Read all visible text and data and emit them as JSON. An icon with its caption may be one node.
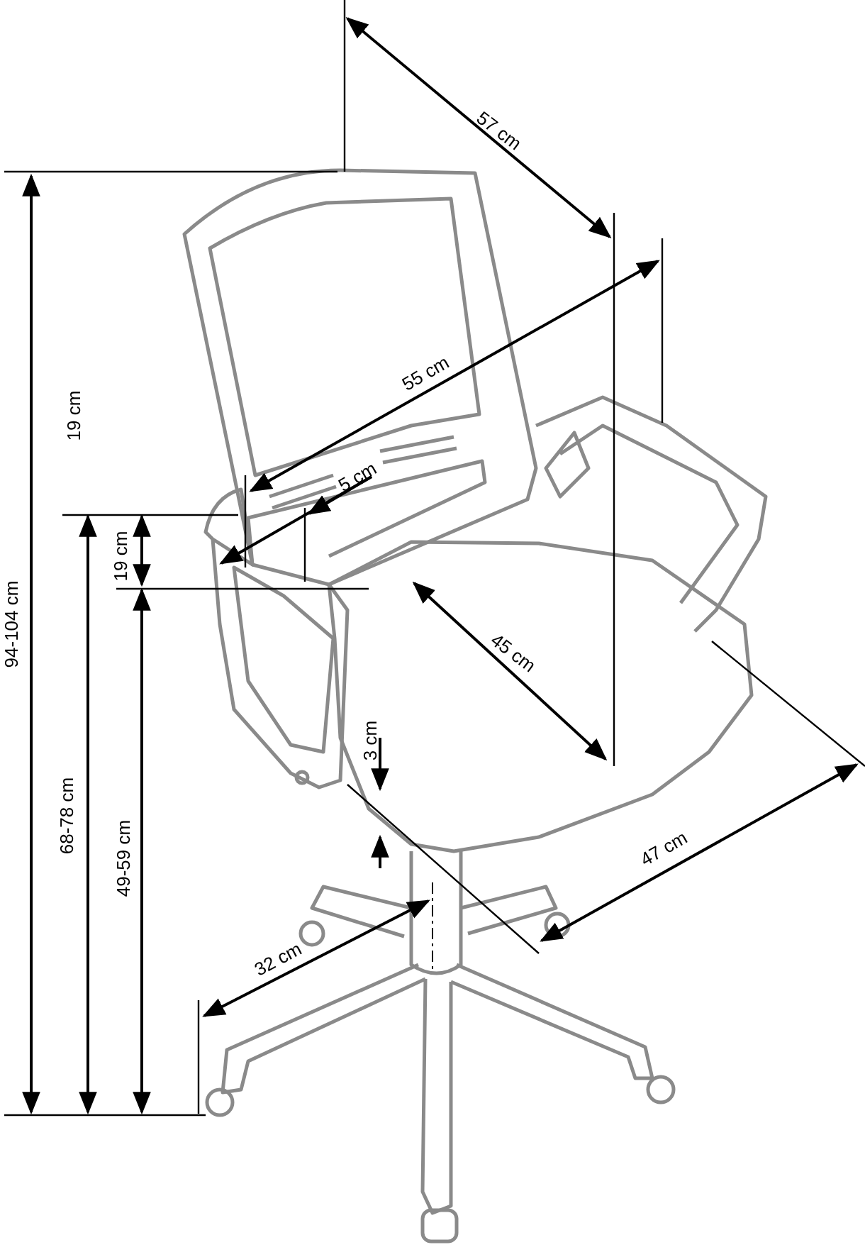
{
  "diagram": {
    "labels": [
      "57 cm",
      "55 cm",
      "19 cm",
      "5 cm",
      "19 cm",
      "45 cm",
      "94-104 cm",
      "3 cm",
      "68-78 cm",
      "49-59 cm",
      "47 cm",
      "32 cm"
    ]
  }
}
